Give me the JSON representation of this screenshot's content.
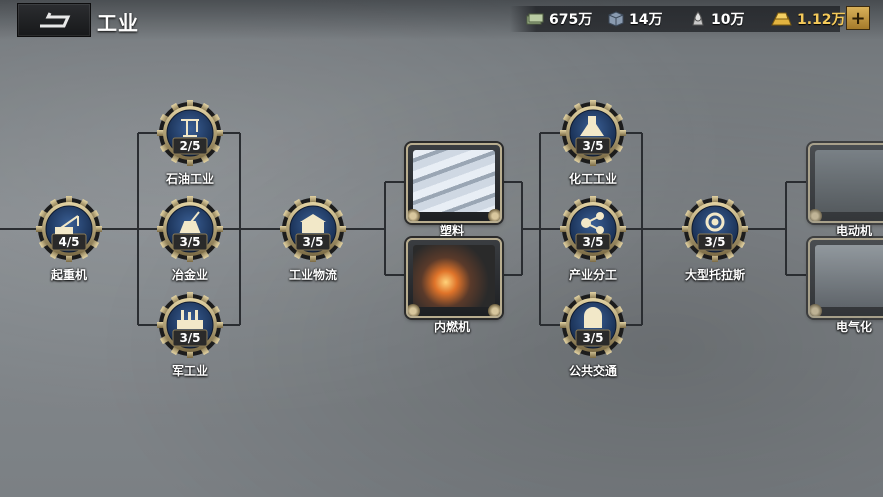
{
  "header": {
    "title": "工业"
  },
  "resources": [
    {
      "icon": "cash-icon",
      "value": "675万"
    },
    {
      "icon": "steel-cube-icon",
      "value": "14万"
    },
    {
      "icon": "oil-drop-icon",
      "value": "10万"
    },
    {
      "icon": "gold-bar-icon",
      "value": "1.12万"
    }
  ],
  "colors": {
    "gold": "#f4c95a",
    "badge": "#1f3a66",
    "rim": "#b8a67a"
  },
  "tech_nodes": {
    "crane": {
      "label": "起重机",
      "progress": "4/5",
      "icon": "crane-icon"
    },
    "petroleum": {
      "label": "石油工业",
      "progress": "2/5",
      "icon": "oil-pump-icon"
    },
    "metallurgy": {
      "label": "冶金业",
      "progress": "3/5",
      "icon": "ladle-icon"
    },
    "military": {
      "label": "军工业",
      "progress": "3/5",
      "icon": "factory-icon"
    },
    "logistics": {
      "label": "工业物流",
      "progress": "3/5",
      "icon": "warehouse-icon"
    },
    "chemical": {
      "label": "化工工业",
      "progress": "3/5",
      "icon": "flask-icon"
    },
    "division": {
      "label": "产业分工",
      "progress": "3/5",
      "icon": "network-icon"
    },
    "transit": {
      "label": "公共交通",
      "progress": "3/5",
      "icon": "locomotive-icon"
    },
    "trust": {
      "label": "大型托拉斯",
      "progress": "3/5",
      "icon": "gear-group-icon"
    }
  },
  "unit_cards": {
    "plastic": {
      "label": "塑料",
      "icon": "plastic-sheets-icon"
    },
    "combustion": {
      "label": "内燃机",
      "icon": "engine-fire-icon"
    },
    "electric_motor": {
      "label": "电动机",
      "icon": "motor-icon"
    },
    "electrification": {
      "label": "电气化",
      "icon": "generator-icon"
    }
  }
}
